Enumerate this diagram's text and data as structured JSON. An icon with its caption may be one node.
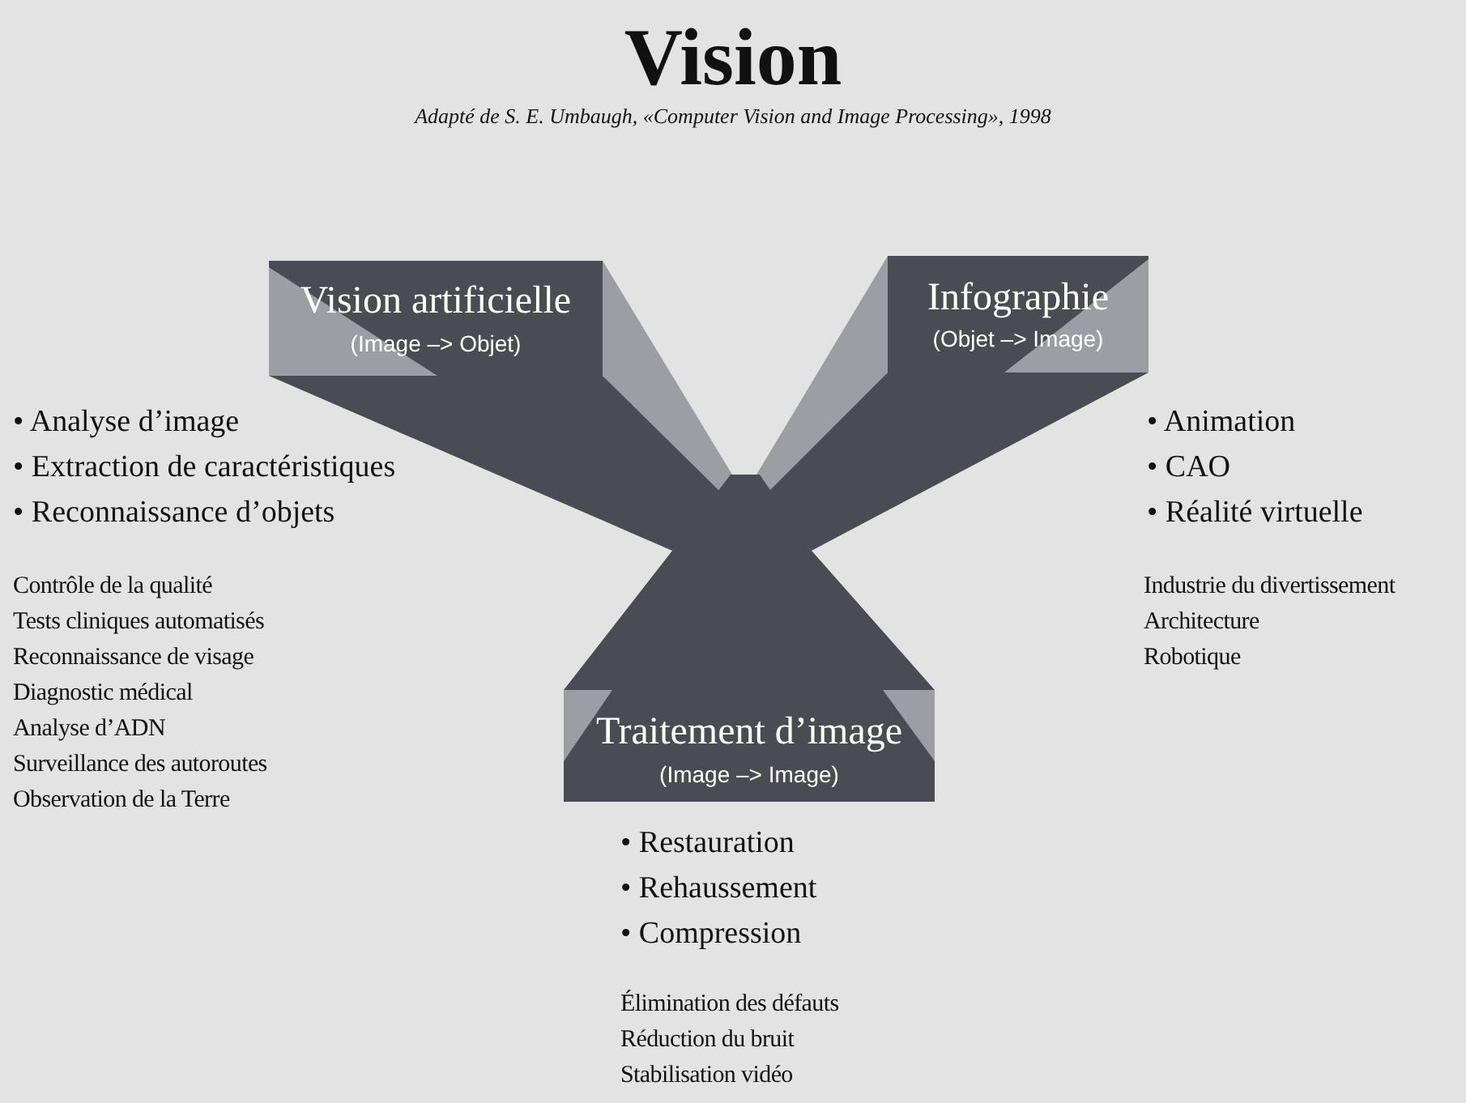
{
  "diagram": {
    "title": "Vision",
    "caption": "Adapté de S. E. Umbaugh, «Computer Vision and Image Processing», 1998",
    "nodes": [
      {
        "text": [
          "Vision artificielle",
          "(Image –> Objet)"
        ]
      },
      {
        "text": [
          "Infographie",
          "(Objet –> Image)"
        ]
      },
      {
        "text": [
          "Traitement d’image",
          "(Image –> Image)"
        ]
      }
    ],
    "labels": [
      "• Analyse d’image",
      "• Extraction de caractéristiques",
      "• Reconnaissance d’objets",
      "Contrôle de la qualité",
      "Tests cliniques automatisés",
      "Reconnaissance de visage",
      "Diagnostic médical",
      "Analyse d’ADN",
      "Surveillance des autoroutes",
      "Observation de la Terre",
      "• Animation",
      "• CAO",
      "• Réalité virtuelle",
      "Industrie du divertissement",
      "Architecture",
      "Robotique",
      "• Restauration",
      "• Rehaussement",
      "• Compression",
      "Élimination des défauts",
      "Réduction du bruit",
      "Stabilisation vidéo"
    ]
  }
}
